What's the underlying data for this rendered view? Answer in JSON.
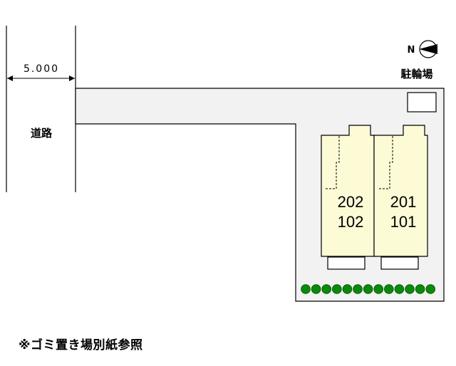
{
  "road": {
    "label": "道路",
    "width_text": "5.000"
  },
  "compass": {
    "north_label": "N"
  },
  "bicycle_parking": {
    "label": "駐輪場"
  },
  "units": [
    {
      "upper": "202",
      "lower": "102"
    },
    {
      "upper": "201",
      "lower": "101"
    }
  ],
  "shrubs": {
    "count": 13
  },
  "note": "※ゴミ置き場別紙参照",
  "colors": {
    "lot": "#f2f2f2",
    "building": "#fdfbd6",
    "shrub": "#0a8a0a",
    "line": "#000000"
  }
}
